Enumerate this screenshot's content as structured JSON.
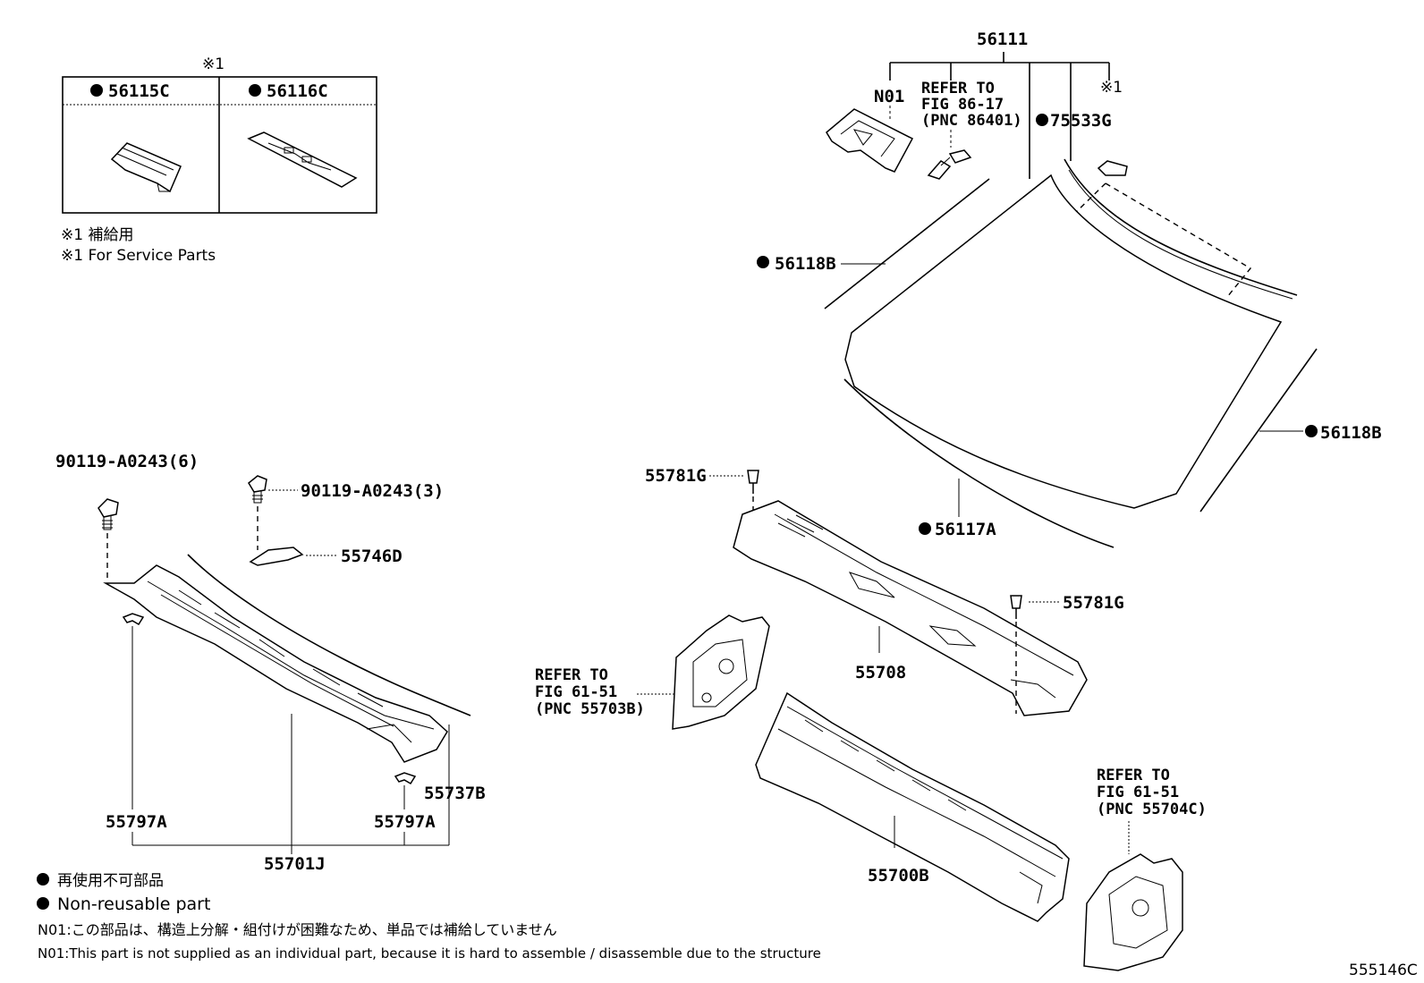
{
  "insert_box": {
    "marker": "※1",
    "left_label": "56115C",
    "right_label": "56116C"
  },
  "service_notes": [
    "※1 補給用",
    "※1 For Service Parts"
  ],
  "labels": {
    "p56111": "56111",
    "n01": "N01",
    "ref_86": [
      "REFER TO",
      "FIG 86-17",
      "(PNC 86401)"
    ],
    "p75533g": "75533G",
    "mark1": "※1",
    "p56118b_left": "56118B",
    "p56118b_right": "56118B",
    "p56117a": "56117A",
    "p55781g_top": "55781G",
    "p55781g_bot": "55781G",
    "p55708": "55708",
    "ref_61_left": [
      "REFER TO",
      "FIG 61-51",
      "(PNC 55703B)"
    ],
    "ref_61_right": [
      "REFER TO",
      "FIG 61-51",
      "(PNC 55704C)"
    ],
    "p55700b": "55700B",
    "p90119_6": "90119-A0243(6)",
    "p90119_3": "90119-A0243(3)",
    "p55746d": "55746D",
    "p55797a_left": "55797A",
    "p55797a_right": "55797A",
    "p55737b": "55737B",
    "p55701j": "55701J"
  },
  "legend": {
    "jp": "再使用不可部品",
    "en": "Non-reusable part",
    "n01_jp": "N01:この部品は、構造上分解・組付けが困難なため、単品では補給していません",
    "n01_en": "N01:This part is not supplied as an individual part, because it is hard to assemble / disassemble due to the structure"
  },
  "figure_id": "555146C"
}
